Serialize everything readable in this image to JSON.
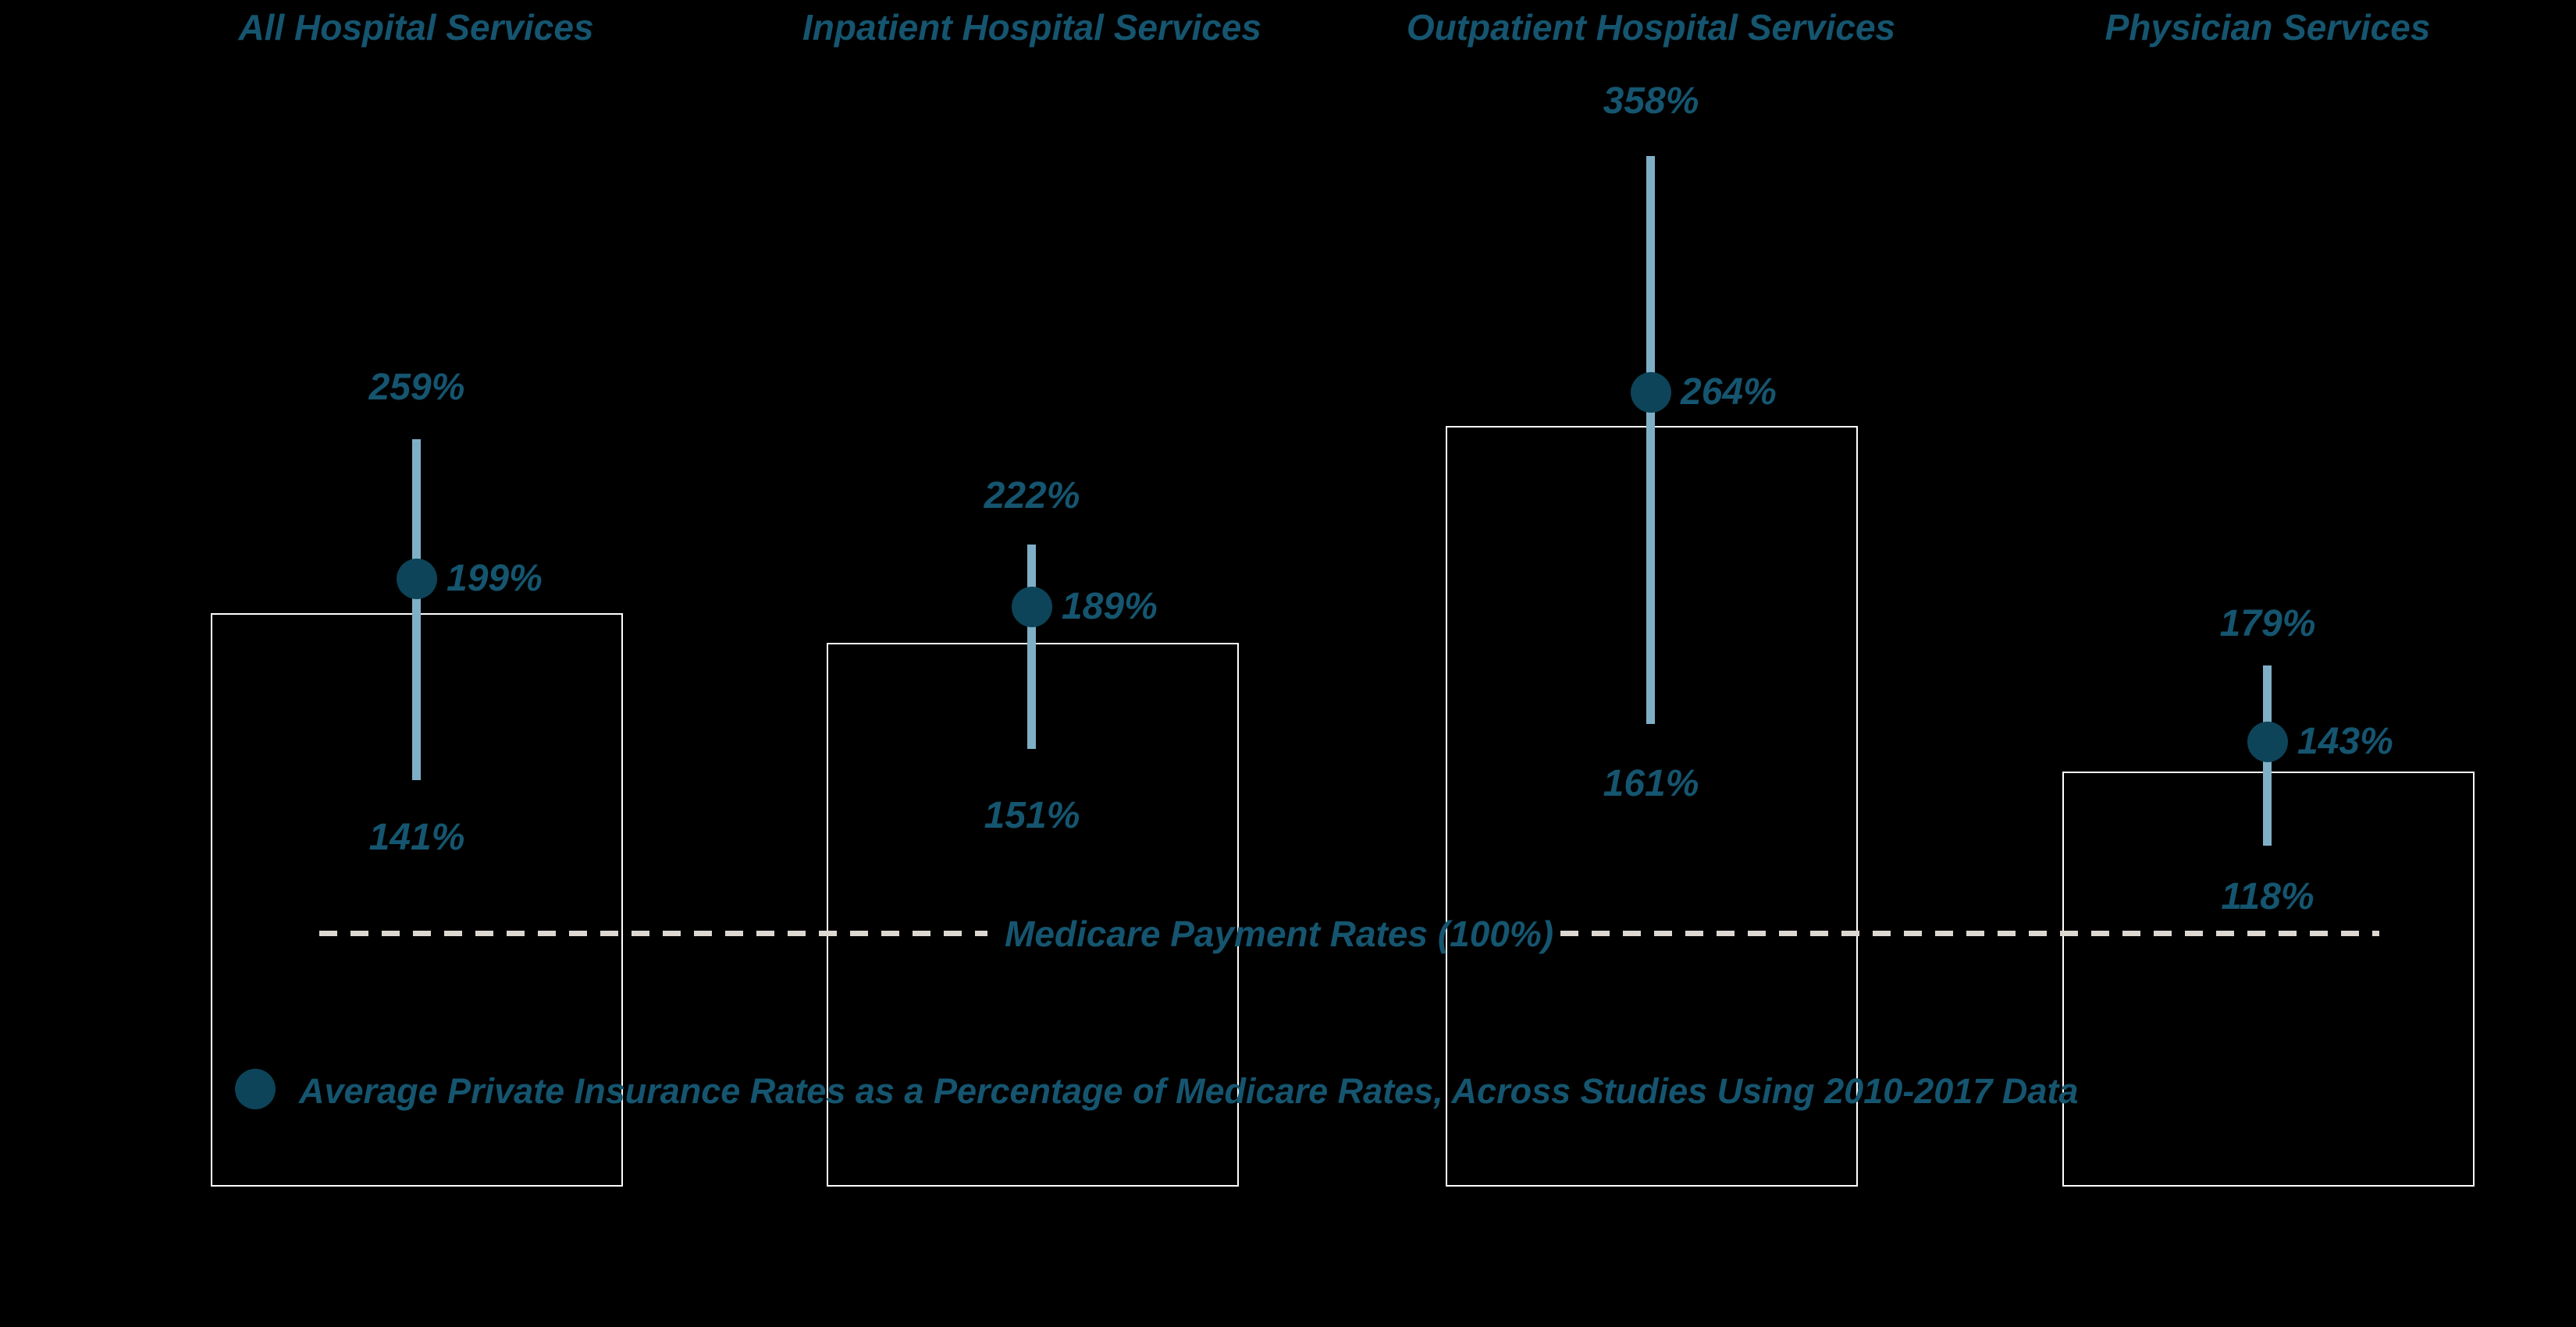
{
  "chart_data": {
    "type": "lollipop-range",
    "description": "Private insurance payment rates as a percentage of Medicare payment rates, by service category; range (min-max across studies) with average dot, boxes drawn up to the average value",
    "categories": [
      "All Hospital Services",
      "Inpatient Hospital Services",
      "Outpatient Hospital Services",
      "Physician Services"
    ],
    "series": [
      {
        "category": "All Hospital Services",
        "max": 259,
        "avg": 199,
        "min": 141,
        "max_label": "259%",
        "avg_label": "199%",
        "min_label": "141%"
      },
      {
        "category": "Inpatient Hospital Services",
        "max": 222,
        "avg": 189,
        "min": 151,
        "max_label": "222%",
        "avg_label": "189%",
        "min_label": "151%"
      },
      {
        "category": "Outpatient Hospital Services",
        "max": 358,
        "avg": 264,
        "min": 161,
        "max_label": "358%",
        "avg_label": "264%",
        "min_label": "161%"
      },
      {
        "category": "Physician Services",
        "max": 179,
        "avg": 143,
        "min": 118,
        "max_label": "179%",
        "avg_label": "143%",
        "min_label": "118%"
      }
    ],
    "reference_line": {
      "label": "Medicare Payment Rates (100%)",
      "value_pct": 100,
      "style": "dashed"
    },
    "legend": {
      "marker": "average-dot",
      "label": "Average Private Insurance Rates as a Percentage of Medicare Rates, Across Studies Using 2010-2017 Data"
    },
    "layout_hints": {
      "axes_visible": false,
      "grid": false,
      "legend_position": "bottom-left"
    },
    "colors": {
      "background": "#000000",
      "label_text": "#15556f",
      "range_bar": "#7fafc6",
      "average_dot": "#0d4459",
      "box_outline": "#ffffff",
      "reference_dash": "#dcd7d0"
    }
  }
}
